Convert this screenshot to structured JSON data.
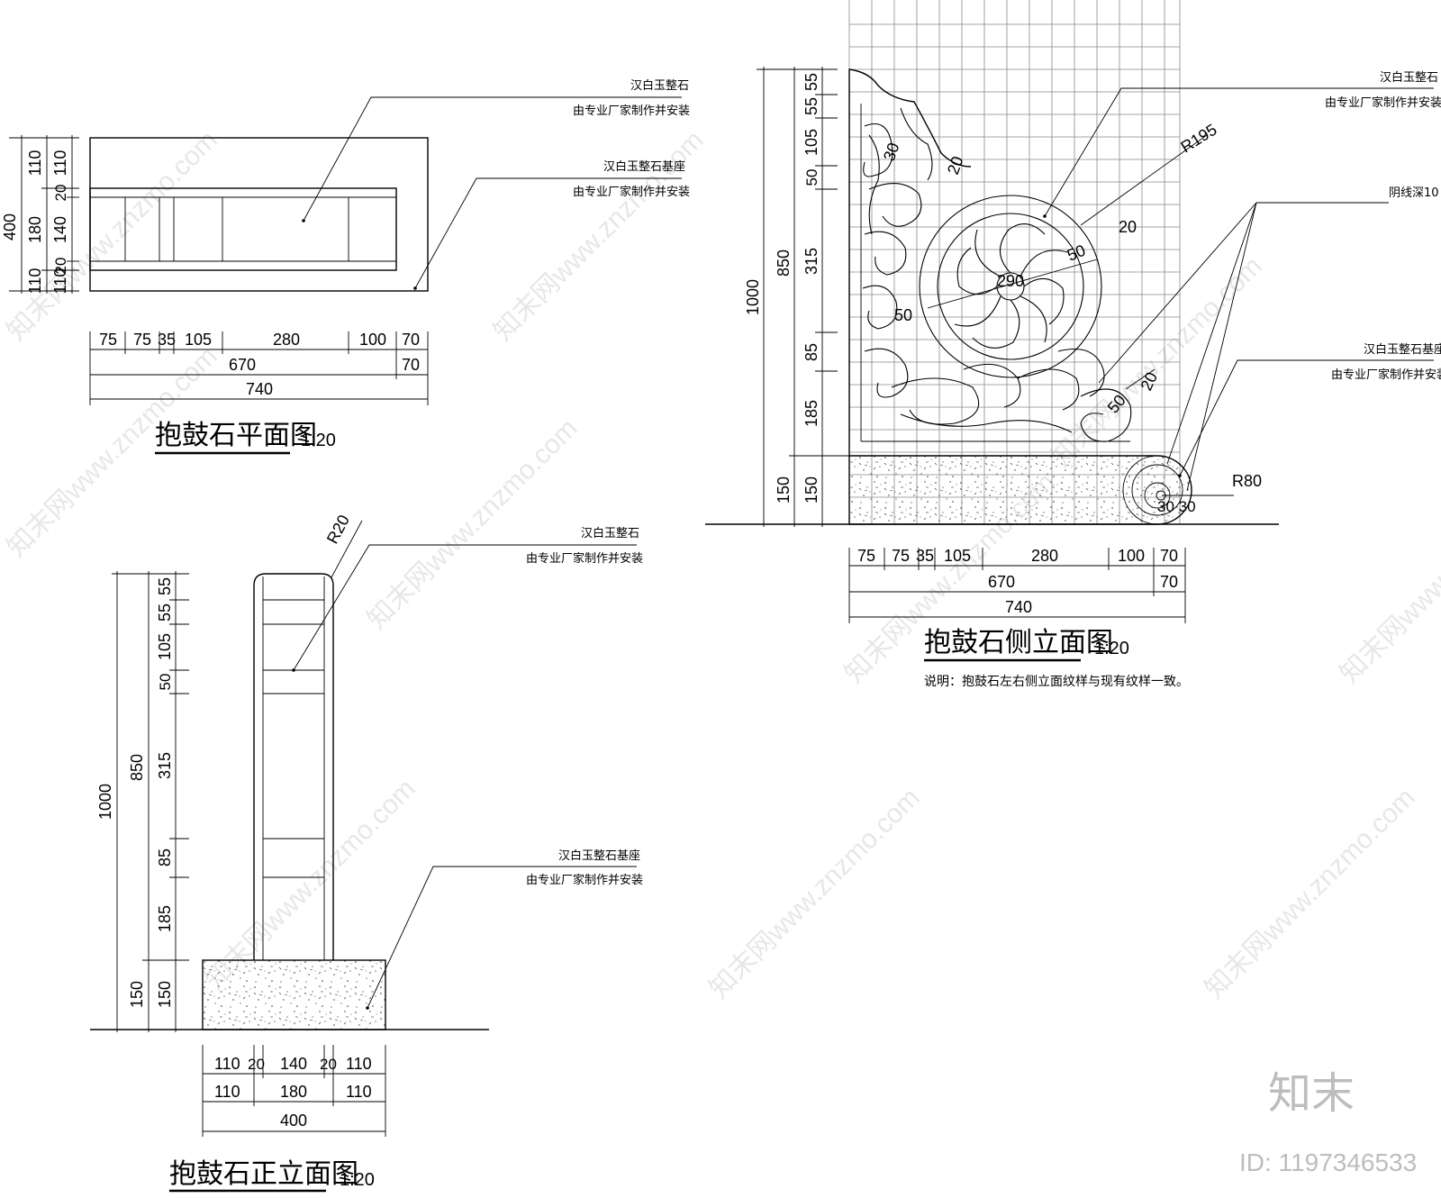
{
  "plan": {
    "title": "抱鼓石平面图",
    "scale": "1:20",
    "label_stone_line1": "汉白玉整石",
    "label_stone_line2": "由专业厂家制作并安装",
    "label_base_line1": "汉白玉整石基座",
    "label_base_line2": "由专业厂家制作并安装",
    "dims_bottom_row1": [
      "75",
      "75",
      "35",
      "105",
      "280",
      "100",
      "70"
    ],
    "dims_bottom_row2": [
      "670",
      "70"
    ],
    "dims_bottom_row3": "740",
    "dims_left_inner": [
      "110",
      "20",
      "140",
      "20",
      "110"
    ],
    "dims_left_mid": [
      "110",
      "180",
      "110"
    ],
    "dims_left_outer": "400"
  },
  "front": {
    "title": "抱鼓石正立面图",
    "scale": "1:20",
    "radius": "R20",
    "label_stone_line1": "汉白玉整石",
    "label_stone_line2": "由专业厂家制作并安装",
    "label_base_line1": "汉白玉整石基座",
    "label_base_line2": "由专业厂家制作并安装",
    "dims_left_inner": [
      "55",
      "55",
      "105",
      "50",
      "315",
      "85",
      "185",
      "150"
    ],
    "dims_left_mid": [
      "850",
      "150"
    ],
    "dims_left_outer": "1000",
    "dims_bottom_row1": [
      "110",
      "20",
      "140",
      "20",
      "110"
    ],
    "dims_bottom_row2": [
      "110",
      "180",
      "110"
    ],
    "dims_bottom_row3": "400"
  },
  "side": {
    "title": "抱鼓石侧立面图",
    "scale": "1:20",
    "note": "说明：抱鼓石左右侧立面纹样与现有纹样一致。",
    "label_stone_line1": "汉白玉整石",
    "label_stone_line2": "由专业厂家制作并安装",
    "label_groove": "阴线深10",
    "label_base_line1": "汉白玉整石基座",
    "label_base_line2": "由专业厂家制作并安装",
    "r195": "R195",
    "r80": "R80",
    "d290": "290",
    "d50a": "50",
    "d50b": "50",
    "d50c": "50",
    "d20a": "20",
    "d20b": "20",
    "d20c": "20",
    "d30": "30",
    "d3030": "30 30",
    "dims_left_inner": [
      "55",
      "55",
      "105",
      "50",
      "315",
      "85",
      "185",
      "150"
    ],
    "dims_left_mid": [
      "850",
      "150"
    ],
    "dims_left_outer": "1000",
    "dims_bottom_row1": [
      "75",
      "75",
      "35",
      "105",
      "280",
      "100",
      "70"
    ],
    "dims_bottom_row2": [
      "670",
      "70"
    ],
    "dims_bottom_row3": "740"
  },
  "watermark": {
    "text": "知末网www.znzmo.com",
    "brand": "知末",
    "id": "ID: 1197346533"
  }
}
